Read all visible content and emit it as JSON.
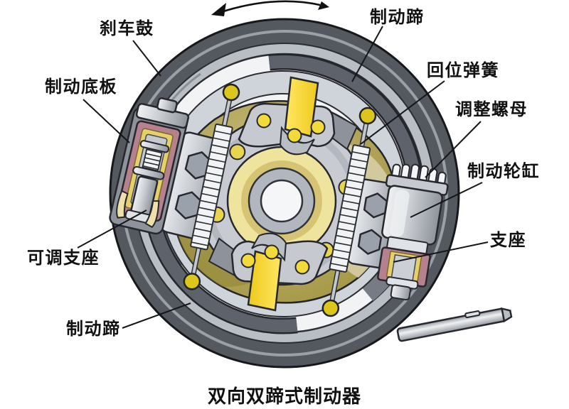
{
  "figure": {
    "caption": "双向双蹄式制动器",
    "labels": {
      "brake_drum": "刹车鼓",
      "brake_shoe_top": "制动蹄",
      "return_spring": "回位弹簧",
      "backing_plate": "制动底板",
      "adjusting_nut": "调整螺母",
      "wheel_cylinder": "制动轮缸",
      "support": "支座",
      "adjustable_support": "可调支座",
      "brake_shoe_bottom": "制动蹄"
    },
    "colors": {
      "background": "#ffffff",
      "drum_dark": "#54585f",
      "drum_light_band": "#b9bec4",
      "interior": "#f2f3f5",
      "gold_plate": "#a89b45",
      "pale_yellow_hub": "#eee49e",
      "bright_yellow": "#f7d829",
      "pink_bracket": "#b5818e",
      "silver": "#c9cdd3",
      "label_text": "#111111"
    }
  }
}
